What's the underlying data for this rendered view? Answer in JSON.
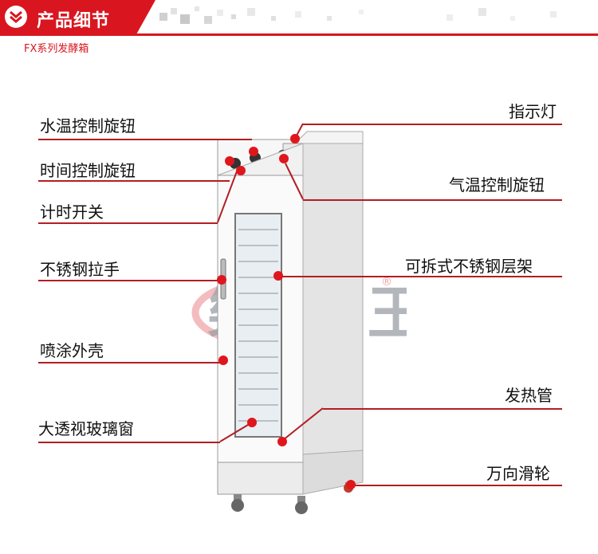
{
  "header": {
    "title": "产品细节",
    "subtitle": "FX系列发酵箱"
  },
  "labels": {
    "water_temp_knob": "水温控制旋钮",
    "timer_knob": "时间控制旋钮",
    "timer_switch": "计时开关",
    "handle": "不锈钢拉手",
    "shell": "喷涂外壳",
    "glass_window": "大透视玻璃窗",
    "indicator_light": "指示灯",
    "air_temp_knob": "气温控制旋钮",
    "racks": "可拆式不锈钢层架",
    "heating_tube": "发热管",
    "casters": "万向滑轮"
  },
  "watermark": {
    "text": "樂WE王",
    "registered": "®"
  },
  "colors": {
    "accent": "#d9161f",
    "leader_line": "#b31e22",
    "dot": "#e0161d"
  }
}
